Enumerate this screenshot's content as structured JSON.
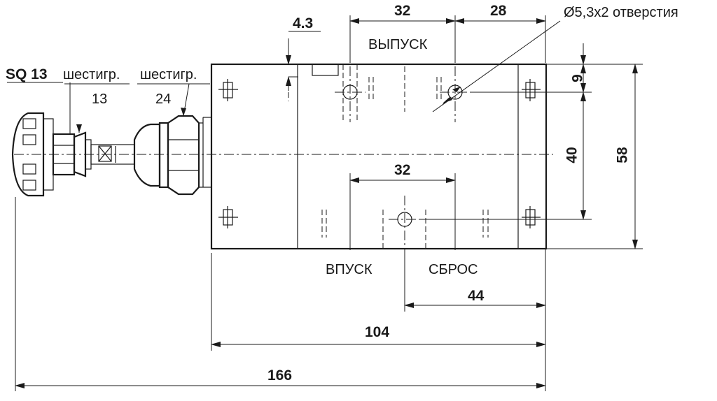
{
  "dimensions": {
    "d_32_top": "32",
    "d_28": "28",
    "d_43": "4.3",
    "d_9": "9",
    "d_40": "40",
    "d_58": "58",
    "d_32_mid": "32",
    "d_44": "44",
    "d_104": "104",
    "d_166": "166"
  },
  "labels": {
    "holes": "Ø5,3x2 отверстия",
    "exhaust": "ВЫПУСК",
    "inlet": "ВПУСК",
    "reset": "СБРОС",
    "sq": "SQ 13",
    "hex1": "шестигр.",
    "hex1_size": "13",
    "hex2": "шестигр.",
    "hex2_size": "24"
  }
}
